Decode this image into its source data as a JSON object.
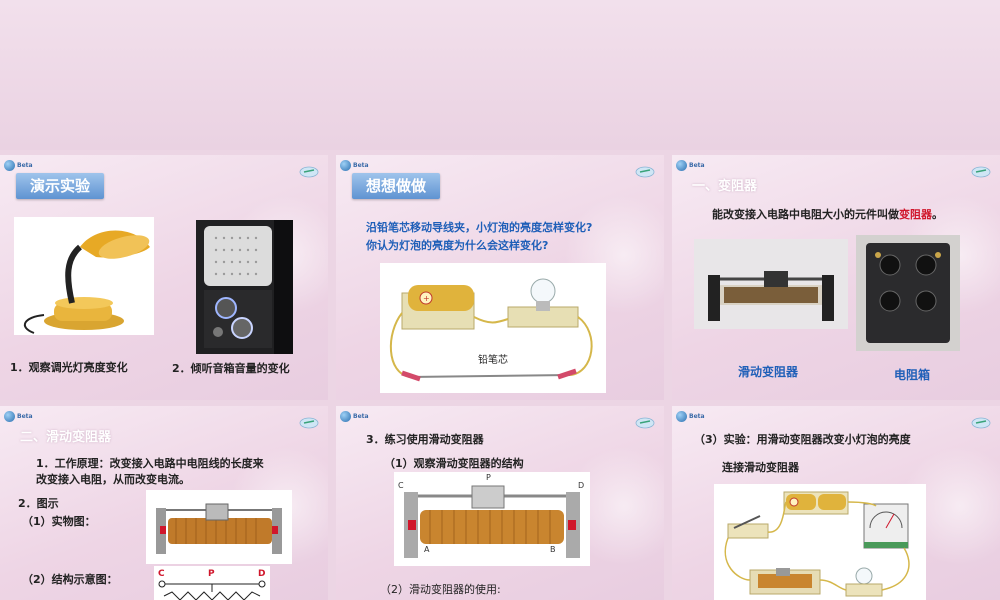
{
  "slides": {
    "s1": {
      "title": "演示实验",
      "caption_lamp": "1．观察调光灯亮度变化",
      "caption_speaker": "2．倾听音箱音量的变化"
    },
    "s2": {
      "title": "想想做做",
      "question1": "沿铅笔芯移动导线夹，小灯泡的亮度怎样变化?",
      "question2": "你认为灯泡的亮度为什么会这样变化?",
      "label_lead": "铅笔芯"
    },
    "s3": {
      "title": "一、变阻器",
      "definition_pre": "能改变接入电路中电阻大小的元件叫做",
      "definition_term": "变阻器",
      "definition_end": "。",
      "caption_slider": "滑动变阻器",
      "caption_box": "电阻箱"
    },
    "s4": {
      "title": "二、滑动变阻器",
      "principle_line1": "1．工作原理：改变接入电路中电阻线的长度来",
      "principle_line2": "改变接入电阻，从而改变电流。",
      "diagram_heading": "2．图示",
      "real_picture": "（1）实物图：",
      "schematic": "（2）结构示意图：",
      "label_c": "C",
      "label_p": "P",
      "label_d": "D"
    },
    "s5": {
      "heading": "3．练习使用滑动变阻器",
      "step1": "（1）观察滑动变阻器的结构",
      "step2": "（2）滑动变阻器的使用:",
      "label_c": "C",
      "label_p": "P",
      "label_d": "D",
      "label_a": "A",
      "label_b": "B"
    },
    "s6": {
      "heading": "（3）实验：用滑动变阻器改变小灯泡的亮度",
      "sub": "连接滑动变阻器"
    }
  },
  "colors": {
    "pill_top": "#9fc4ec",
    "pill_bottom": "#5f93d2",
    "blue_text": "#1f5fb8",
    "red_text": "#d0162b"
  }
}
